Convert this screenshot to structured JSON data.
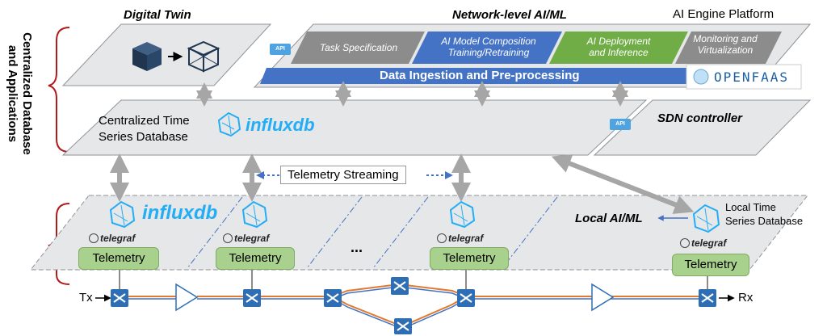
{
  "side_label": {
    "line1": "Centralized Database",
    "line2": "and Applications"
  },
  "top": {
    "digital_twin": "Digital Twin",
    "network_ai": "Network-level AI/ML",
    "ai_engine": "AI Engine Platform",
    "api": "API",
    "stages": [
      "Task Specification",
      "AI Model Composition\nTraining/Retraining",
      "AI Deployment\nand Inference",
      "Monitoring and\nVirtualization"
    ],
    "data_ingestion": "Data Ingestion and Pre-processing",
    "openfaas": "OPENFAAS"
  },
  "middle": {
    "db_line1": "Centralized Time",
    "db_line2": "Series Database",
    "influx": "influxdb",
    "sdn": "SDN controller",
    "api": "API"
  },
  "streaming": "Telemetry Streaming",
  "bottom": {
    "influx": "influxdb",
    "telegraf": "telegraf",
    "telemetry": "Telemetry",
    "ellipsis": "...",
    "local_ai": "Local AI/ML",
    "local_db_line1": "Local Time",
    "local_db_line2": "Series Database",
    "tx": "Tx",
    "rx": "Rx"
  },
  "colors": {
    "plane_fill": "#e6e7e8",
    "plane_border": "#8f9398",
    "bar_blue": "#4472c4",
    "bar_green": "#70ad47",
    "bar_gray": "#8c8c8c",
    "brace_red": "#b01c1c",
    "arrow_gray": "#a6a6a6",
    "influx_blue": "#22adf6",
    "switch_blue": "#2e6eb5",
    "fiber_orange": "#e07a2f"
  }
}
